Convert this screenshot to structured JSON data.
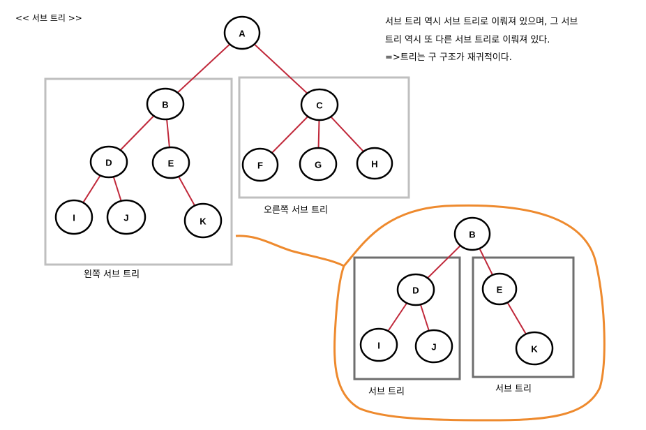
{
  "title": "<< 서브 트리 >>",
  "note_lines": [
    "서브 트리 역시 서브 트리로 이뤄져 있으며, 그 서브",
    "트리 역시 또 다른 서브 트리로 이뤄져 있다.",
    "=>트리는 구 구조가 재귀적이다."
  ],
  "captions": {
    "left_subtree": "왼쪽 서브 트리",
    "right_subtree": "오른쪽 서브 트리",
    "sub_left": "서브 트리",
    "sub_right": "서브 트리"
  },
  "colors": {
    "edge": "#c0283a",
    "box_light": "#bfbfbf",
    "box_dark": "#6e6e6e",
    "highlight": "#ee8a2e"
  },
  "tree_main": {
    "nodes": [
      "A",
      "B",
      "C",
      "D",
      "E",
      "F",
      "G",
      "H",
      "I",
      "J",
      "K"
    ],
    "edges": [
      [
        "A",
        "B"
      ],
      [
        "A",
        "C"
      ],
      [
        "B",
        "D"
      ],
      [
        "B",
        "E"
      ],
      [
        "C",
        "F"
      ],
      [
        "C",
        "G"
      ],
      [
        "C",
        "H"
      ],
      [
        "D",
        "I"
      ],
      [
        "D",
        "J"
      ],
      [
        "E",
        "K"
      ]
    ]
  },
  "tree_zoom": {
    "nodes": [
      "B",
      "D",
      "E",
      "I",
      "J",
      "K"
    ],
    "edges": [
      [
        "B",
        "D"
      ],
      [
        "B",
        "E"
      ],
      [
        "D",
        "I"
      ],
      [
        "D",
        "J"
      ],
      [
        "E",
        "K"
      ]
    ]
  }
}
